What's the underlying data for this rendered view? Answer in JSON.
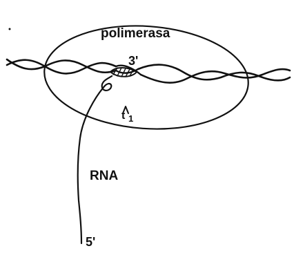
{
  "labels": {
    "enzyme": "polimerasa",
    "three_prime": "3'",
    "site": "t",
    "site_subscript": "1",
    "transcript": "RNA",
    "five_prime": "5'"
  }
}
